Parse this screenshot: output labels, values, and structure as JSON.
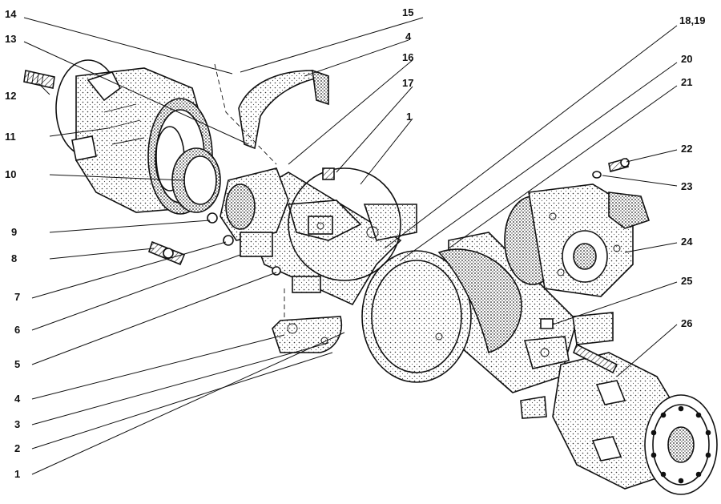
{
  "callouts": {
    "c14": "14",
    "c15": "15",
    "c13": "13",
    "c4_top": "4",
    "c16": "16",
    "c12": "12",
    "c17": "17",
    "c11": "11",
    "c1_top": "1",
    "c18_19": "18,19",
    "c20": "20",
    "c21": "21",
    "c22": "22",
    "c23": "23",
    "c10": "10",
    "c9": "9",
    "c24": "24",
    "c8": "8",
    "c25": "25",
    "c7": "7",
    "c26": "26",
    "c6": "6",
    "c5": "5",
    "c4_bottom": "4",
    "c3": "3",
    "c2": "2",
    "c1_bottom": "1"
  },
  "parts": [
    {
      "id": "axle-housing",
      "label": "1"
    },
    {
      "id": "brake-shoe",
      "label": "4"
    },
    {
      "id": "wheel-hub",
      "label": "11"
    },
    {
      "id": "stud-bolt",
      "label": "12"
    },
    {
      "id": "bearing-cup",
      "label": "10"
    },
    {
      "id": "differential-carrier",
      "label": "24"
    },
    {
      "id": "breather",
      "label": "17"
    },
    {
      "id": "bolt",
      "label": "22"
    },
    {
      "id": "washer",
      "label": "23"
    }
  ]
}
